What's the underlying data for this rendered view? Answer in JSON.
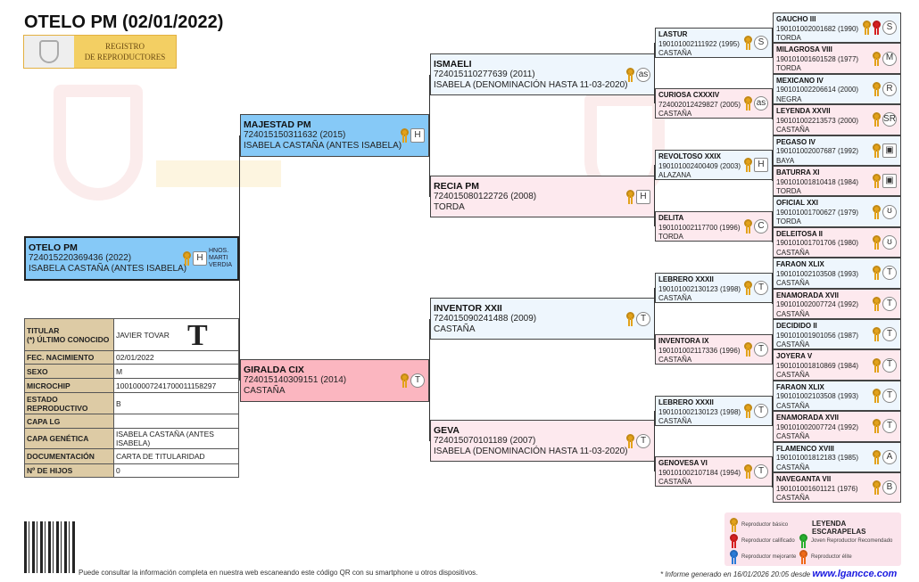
{
  "title": "OTELO PM (02/01/2022)",
  "badge": {
    "line1": "REGISTRO",
    "line2": "DE REPRODUCTORES"
  },
  "colors": {
    "basic": "#e3a21a",
    "qualified": "#d62020",
    "improver": "#2a7ad8",
    "young": "#28b030",
    "elite": "#f06a1a"
  },
  "pedigree": {
    "g1": [
      {
        "name": "OTELO PM",
        "id": "724015220369436 (2022)",
        "coat": "ISABELA CASTAÑA (ANTES ISABELA)",
        "owner": "HNOS. MARTI VERDIA",
        "rosettes": [
          "basic"
        ],
        "brand": "H"
      }
    ],
    "g2": [
      {
        "name": "MAJESTAD PM",
        "id": "724015150311632 (2015)",
        "coat": "ISABELA CASTAÑA (ANTES ISABELA)",
        "rosettes": [
          "basic"
        ],
        "brand": "H"
      },
      {
        "name": "GIRALDA CIX",
        "id": "724015140309151 (2014)",
        "coat": "CASTAÑA",
        "rosettes": [
          "basic"
        ],
        "brand": "T"
      }
    ],
    "g3": [
      {
        "name": "ISMAELI",
        "id": "724015110277639 (2011)",
        "coat": "ISABELA (DENOMINACIÓN HASTA 11-03-2020)",
        "rosettes": [
          "basic"
        ],
        "brand": "as"
      },
      {
        "name": "RECIA PM",
        "id": "724015080122726 (2008)",
        "coat": "TORDA",
        "rosettes": [
          "basic"
        ],
        "brand": "H"
      },
      {
        "name": "INVENTOR XXII",
        "id": "724015090241488 (2009)",
        "coat": "CASTAÑA",
        "rosettes": [
          "basic"
        ],
        "brand": "T"
      },
      {
        "name": "GEVA",
        "id": "724015070101189 (2007)",
        "coat": "ISABELA (DENOMINACIÓN HASTA 11-03-2020)",
        "rosettes": [
          "basic"
        ],
        "brand": "T"
      }
    ],
    "g4": [
      {
        "name": "LASTUR",
        "id": "190101002111922 (1995)",
        "coat": "CASTAÑA",
        "rosettes": [
          "basic"
        ],
        "brand": "S"
      },
      {
        "name": "CURIOSA CXXXIV",
        "id": "724002012429827 (2005)",
        "coat": "CASTAÑA",
        "rosettes": [
          "basic"
        ],
        "brand": "as"
      },
      {
        "name": "REVOLTOSO XXIX",
        "id": "190101002400409 (2003)",
        "coat": "ALAZANA",
        "rosettes": [
          "basic"
        ],
        "brand": "H"
      },
      {
        "name": "DELITA",
        "id": "190101002117700 (1996)",
        "coat": "TORDA",
        "rosettes": [
          "basic"
        ],
        "brand": "C"
      },
      {
        "name": "LEBRERO XXXII",
        "id": "190101002130123 (1998)",
        "coat": "CASTAÑA",
        "rosettes": [
          "basic"
        ],
        "brand": "T"
      },
      {
        "name": "INVENTORA IX",
        "id": "190101002117336 (1996)",
        "coat": "CASTAÑA",
        "rosettes": [
          "basic"
        ],
        "brand": "T"
      },
      {
        "name": "LEBRERO XXXII",
        "id": "190101002130123 (1998)",
        "coat": "CASTAÑA",
        "rosettes": [
          "basic"
        ],
        "brand": "T"
      },
      {
        "name": "GENOVESA VI",
        "id": "190101002107184 (1994)",
        "coat": "CASTAÑA",
        "rosettes": [
          "basic"
        ],
        "brand": "T"
      }
    ],
    "g5": [
      {
        "name": "GAUCHO III",
        "id": "190101002001682 (1990)",
        "coat": "TORDA",
        "rosettes": [
          "basic",
          "qualified"
        ],
        "brand": "S"
      },
      {
        "name": "MILAGROSA VIII",
        "id": "190101001601528 (1977)",
        "coat": "TORDA",
        "rosettes": [
          "basic"
        ],
        "brand": "M"
      },
      {
        "name": "MEXICANO IV",
        "id": "190101002206614 (2000)",
        "coat": "NEGRA",
        "rosettes": [
          "basic"
        ],
        "brand": "R"
      },
      {
        "name": "LEYENDA XXVII",
        "id": "190101002213573 (2000)",
        "coat": "CASTAÑA",
        "rosettes": [
          "basic"
        ],
        "brand": "SR"
      },
      {
        "name": "PEGASO IV",
        "id": "190101002007687 (1992)",
        "coat": "BAYA",
        "rosettes": [
          "basic"
        ],
        "brand": "▣"
      },
      {
        "name": "BATURRA XI",
        "id": "190101001810418 (1984)",
        "coat": "TORDA",
        "rosettes": [
          "basic"
        ],
        "brand": "▣"
      },
      {
        "name": "OFICIAL XXI",
        "id": "190101001700627 (1979)",
        "coat": "TORDA",
        "rosettes": [
          "basic"
        ],
        "brand": "ʊ"
      },
      {
        "name": "DELEITOSA II",
        "id": "190101001701706 (1980)",
        "coat": "CASTAÑA",
        "rosettes": [
          "basic"
        ],
        "brand": "ʊ"
      },
      {
        "name": "FARAON XLIX",
        "id": "190101002103508 (1993)",
        "coat": "CASTAÑA",
        "rosettes": [
          "basic"
        ],
        "brand": "T"
      },
      {
        "name": "ENAMORADA XVII",
        "id": "190101002007724 (1992)",
        "coat": "CASTAÑA",
        "rosettes": [
          "basic"
        ],
        "brand": "T"
      },
      {
        "name": "DECIDIDO II",
        "id": "190101001901056 (1987)",
        "coat": "CASTAÑA",
        "rosettes": [
          "basic"
        ],
        "brand": "T"
      },
      {
        "name": "JOYERA V",
        "id": "190101001810869 (1984)",
        "coat": "CASTAÑA",
        "rosettes": [
          "basic"
        ],
        "brand": "T"
      },
      {
        "name": "FARAON XLIX",
        "id": "190101002103508 (1993)",
        "coat": "CASTAÑA",
        "rosettes": [
          "basic"
        ],
        "brand": "T"
      },
      {
        "name": "ENAMORADA XVII",
        "id": "190101002007724 (1992)",
        "coat": "CASTAÑA",
        "rosettes": [
          "basic"
        ],
        "brand": "T"
      },
      {
        "name": "FLAMENCO XVIII",
        "id": "190101001812183 (1985)",
        "coat": "CASTAÑA",
        "rosettes": [
          "basic"
        ],
        "brand": "A"
      },
      {
        "name": "NAVEGANTA VII",
        "id": "190101001601121 (1976)",
        "coat": "CASTAÑA",
        "rosettes": [
          "basic"
        ],
        "brand": "B"
      }
    ]
  },
  "info": {
    "initial": "T",
    "rows": [
      {
        "label": "TITULAR\n(*) ÚLTIMO CONOCIDO",
        "value": "JAVIER TOVAR"
      },
      {
        "label": "FEC. NACIMIENTO",
        "value": "02/01/2022"
      },
      {
        "label": "SEXO",
        "value": "M"
      },
      {
        "label": "MICROCHIP",
        "value": "100100007241700011158297"
      },
      {
        "label": "ESTADO REPRODUCTIVO",
        "value": "B"
      },
      {
        "label": "CAPA LG",
        "value": ""
      },
      {
        "label": "CAPA GENÉTICA",
        "value": "ISABELA CASTAÑA (ANTES ISABELA)"
      },
      {
        "label": "DOCUMENTACIÓN",
        "value": "CARTA DE TITULARIDAD"
      },
      {
        "label": "Nº DE HIJOS",
        "value": "0"
      }
    ]
  },
  "footer": {
    "qr_note": "Puede consultar la información completa en nuestra web escaneando este código QR con su smartphone u otros dispositivos.",
    "generated": "* Informe generado en 16/01/2026 20:05 desde",
    "site": "www.lgancce.com"
  },
  "legend": {
    "title": "LEYENDA ESCARAPELAS",
    "items": [
      {
        "key": "basic",
        "label": "Reproductor básico"
      },
      {
        "key": "qualified",
        "label": "Reproductor calificado"
      },
      {
        "key": "young",
        "label": "Joven Reproductor Recomendado"
      },
      {
        "key": "improver",
        "label": "Reproductor mejorante"
      },
      {
        "key": "elite",
        "label": "Reproductor élite"
      }
    ]
  }
}
